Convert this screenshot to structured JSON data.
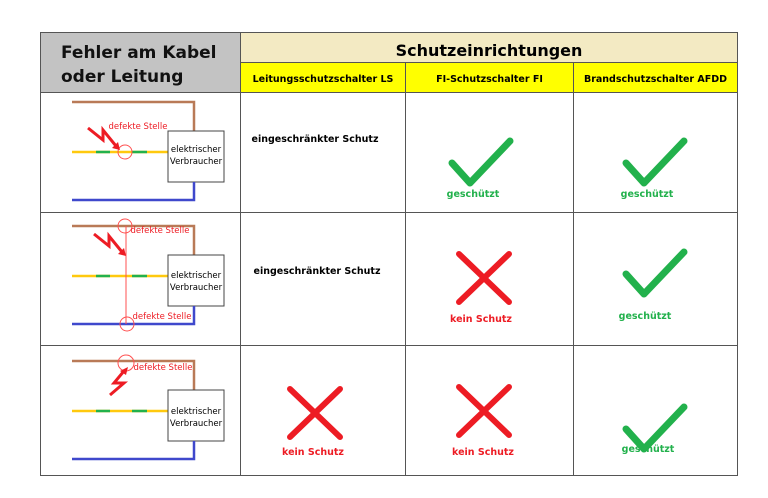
{
  "header": {
    "left_title_line1": "Fehler am Kabel",
    "left_title_line2": "oder Leitung",
    "group_title": "Schutzeinrichtungen",
    "columns": [
      "Leitungsschutzschalter LS",
      "FI-Schutzschalter FI",
      "Brandschutzschalter AFDD"
    ]
  },
  "diagram": {
    "device_label_line1": "elektrischer",
    "device_label_line2": "Verbraucher",
    "fault_label": "defekte Stelle"
  },
  "rows": [
    {
      "ls": "eingeschränkter Schutz",
      "fi": "geschützt",
      "afdd": "geschützt",
      "ls_icon": "none",
      "fi_icon": "check",
      "afdd_icon": "check"
    },
    {
      "ls": "eingeschränkter Schutz",
      "fi": "kein Schutz",
      "afdd": "geschützt",
      "ls_icon": "none",
      "fi_icon": "cross",
      "afdd_icon": "check"
    },
    {
      "ls": "kein Schutz",
      "fi": "kein Schutz",
      "afdd": "geschützt",
      "ls_icon": "cross",
      "fi_icon": "cross",
      "afdd_icon": "check"
    }
  ],
  "colors": {
    "protected": "#22b14c",
    "unprotected": "#ed1c24",
    "header_yellow": "#ffff00",
    "header_gray": "#c3c3c3"
  }
}
